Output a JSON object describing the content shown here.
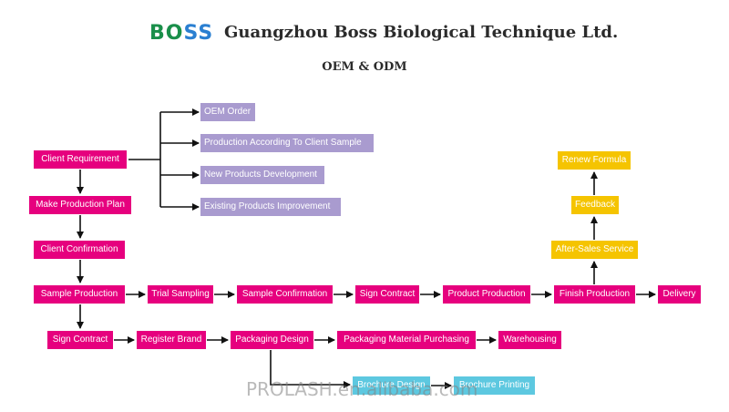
{
  "header": {
    "logo_part1": "BO",
    "logo_part2": "SS",
    "company": "Guangzhou Boss Biological Technique Ltd.",
    "subtitle": "OEM & ODM"
  },
  "colors": {
    "main_step": "#e6007e",
    "option": "#a99bcf",
    "after_sales": "#f5c400",
    "brochure": "#5dc8e0",
    "arrow": "#111111"
  },
  "options": [
    "OEM Order",
    "Production According To Client Sample",
    "New Products Development",
    "Existing Products Improvement"
  ],
  "left_column": [
    "Client Requirement",
    "Make Production Plan",
    "Client Confirmation"
  ],
  "production_row": [
    "Sample Production",
    "Trial Sampling",
    "Sample Confirmation",
    "Sign Contract",
    "Product Production",
    "Finish Production",
    "Delivery"
  ],
  "packaging_row": [
    "Sign Contract",
    "Register Brand",
    "Packaging Design",
    "Packaging Material Purchasing",
    "Warehousing"
  ],
  "brochure_row": [
    "Brochure Design",
    "Brochure Printing"
  ],
  "after_sales": [
    "After-Sales Service",
    "Feedback",
    "Renew Formula"
  ],
  "watermark": "PROLASH.en.alibaba.com"
}
